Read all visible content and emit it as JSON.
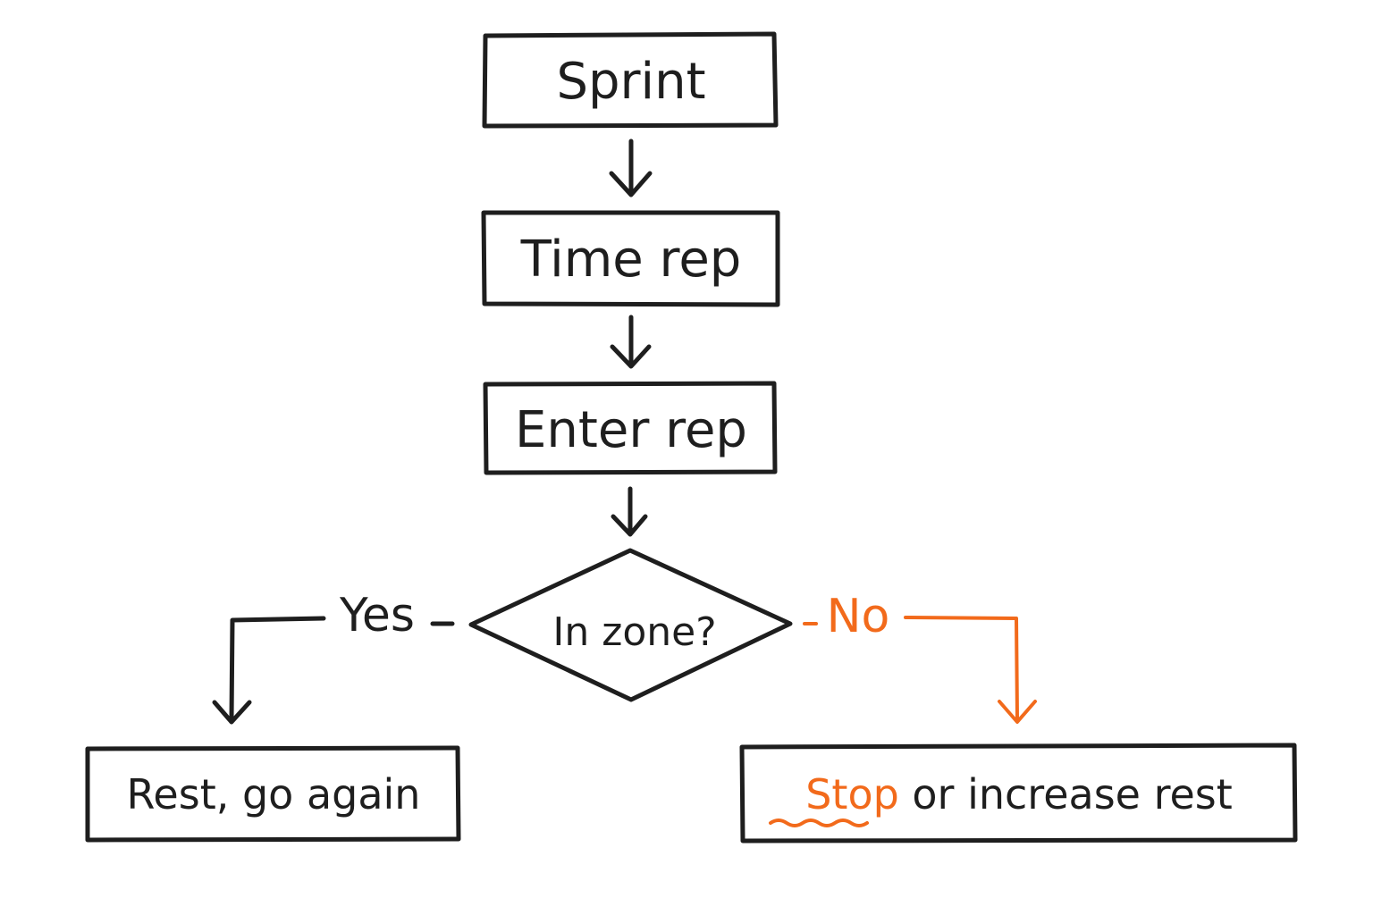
{
  "nodes": {
    "sprint": "Sprint",
    "time_rep": "Time rep",
    "enter_rep": "Enter rep",
    "decision": "In zone?",
    "yes_outcome": "Rest, go again",
    "no_outcome_emphasis": "Stop",
    "no_outcome_rest": " or increase rest"
  },
  "edges": {
    "yes_label": "Yes",
    "no_label": "No"
  },
  "colors": {
    "ink": "#1e1e1e",
    "accent": "#f26a1b",
    "background": "#ffffff"
  }
}
